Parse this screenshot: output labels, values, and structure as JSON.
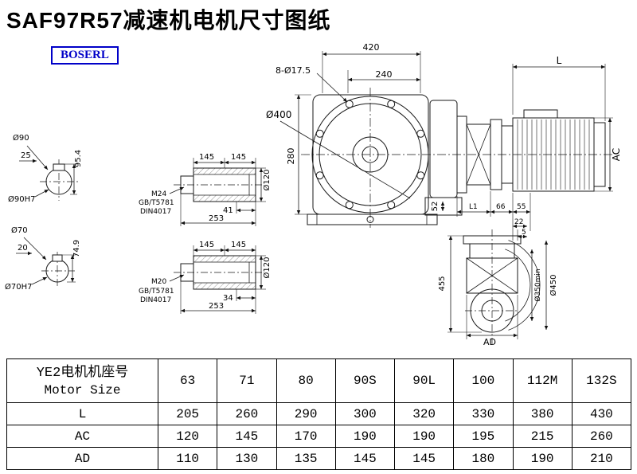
{
  "page": {
    "title": "SAF97R57减速机电机尺寸图纸",
    "logo_text": "BOSERL",
    "logo_color": "#0000c8",
    "line_color": "#1a1a1a"
  },
  "drawing": {
    "solid_shaft_top": {
      "dia": "Ø90",
      "key_width": "25",
      "total_height": "95.4",
      "bore": "Ø90H7"
    },
    "solid_shaft_bottom": {
      "dia": "Ø70",
      "key_width": "20",
      "total_height": "74.9",
      "bore": "Ø70H7"
    },
    "hollow_shaft_top": {
      "len_a": "145",
      "len_b": "145",
      "dia": "Ø120",
      "thread": "M24",
      "standard_1": "GB/T5781",
      "standard_2": "DIN4017",
      "thread_depth": "41",
      "total_len": "253"
    },
    "hollow_shaft_bottom": {
      "len_a": "145",
      "len_b": "145",
      "dia": "Ø120",
      "thread": "M20",
      "standard_1": "GB/T5781",
      "standard_2": "DIN4017",
      "thread_depth": "34",
      "total_len": "253"
    },
    "front_view": {
      "overall_width": "420",
      "bolt_holes": "8-Ø17.5",
      "inner_width": "240",
      "flange_dia": "Ø400",
      "center_height": "280",
      "foot_height": "52"
    },
    "side_view": {
      "motor_length": "L",
      "motor_height": "AC",
      "l1": "L1",
      "dim_66": "66",
      "dim_55": "55",
      "dim_22": "22",
      "dim_5": "5"
    },
    "output_view": {
      "height_455": "455",
      "dia_350": "Ø350min",
      "dia_450": "Ø450",
      "width_ad": "AD"
    }
  },
  "table": {
    "header_cn": "YE2电机机座号",
    "header_en": "Motor Size",
    "sizes": [
      "63",
      "71",
      "80",
      "90S",
      "90L",
      "100",
      "112M",
      "132S"
    ],
    "rows": [
      {
        "label": "L",
        "values": [
          "205",
          "260",
          "290",
          "300",
          "320",
          "330",
          "380",
          "430"
        ]
      },
      {
        "label": "AC",
        "values": [
          "120",
          "145",
          "170",
          "190",
          "190",
          "195",
          "215",
          "260"
        ]
      },
      {
        "label": "AD",
        "values": [
          "110",
          "130",
          "135",
          "145",
          "145",
          "180",
          "190",
          "210"
        ]
      }
    ]
  }
}
